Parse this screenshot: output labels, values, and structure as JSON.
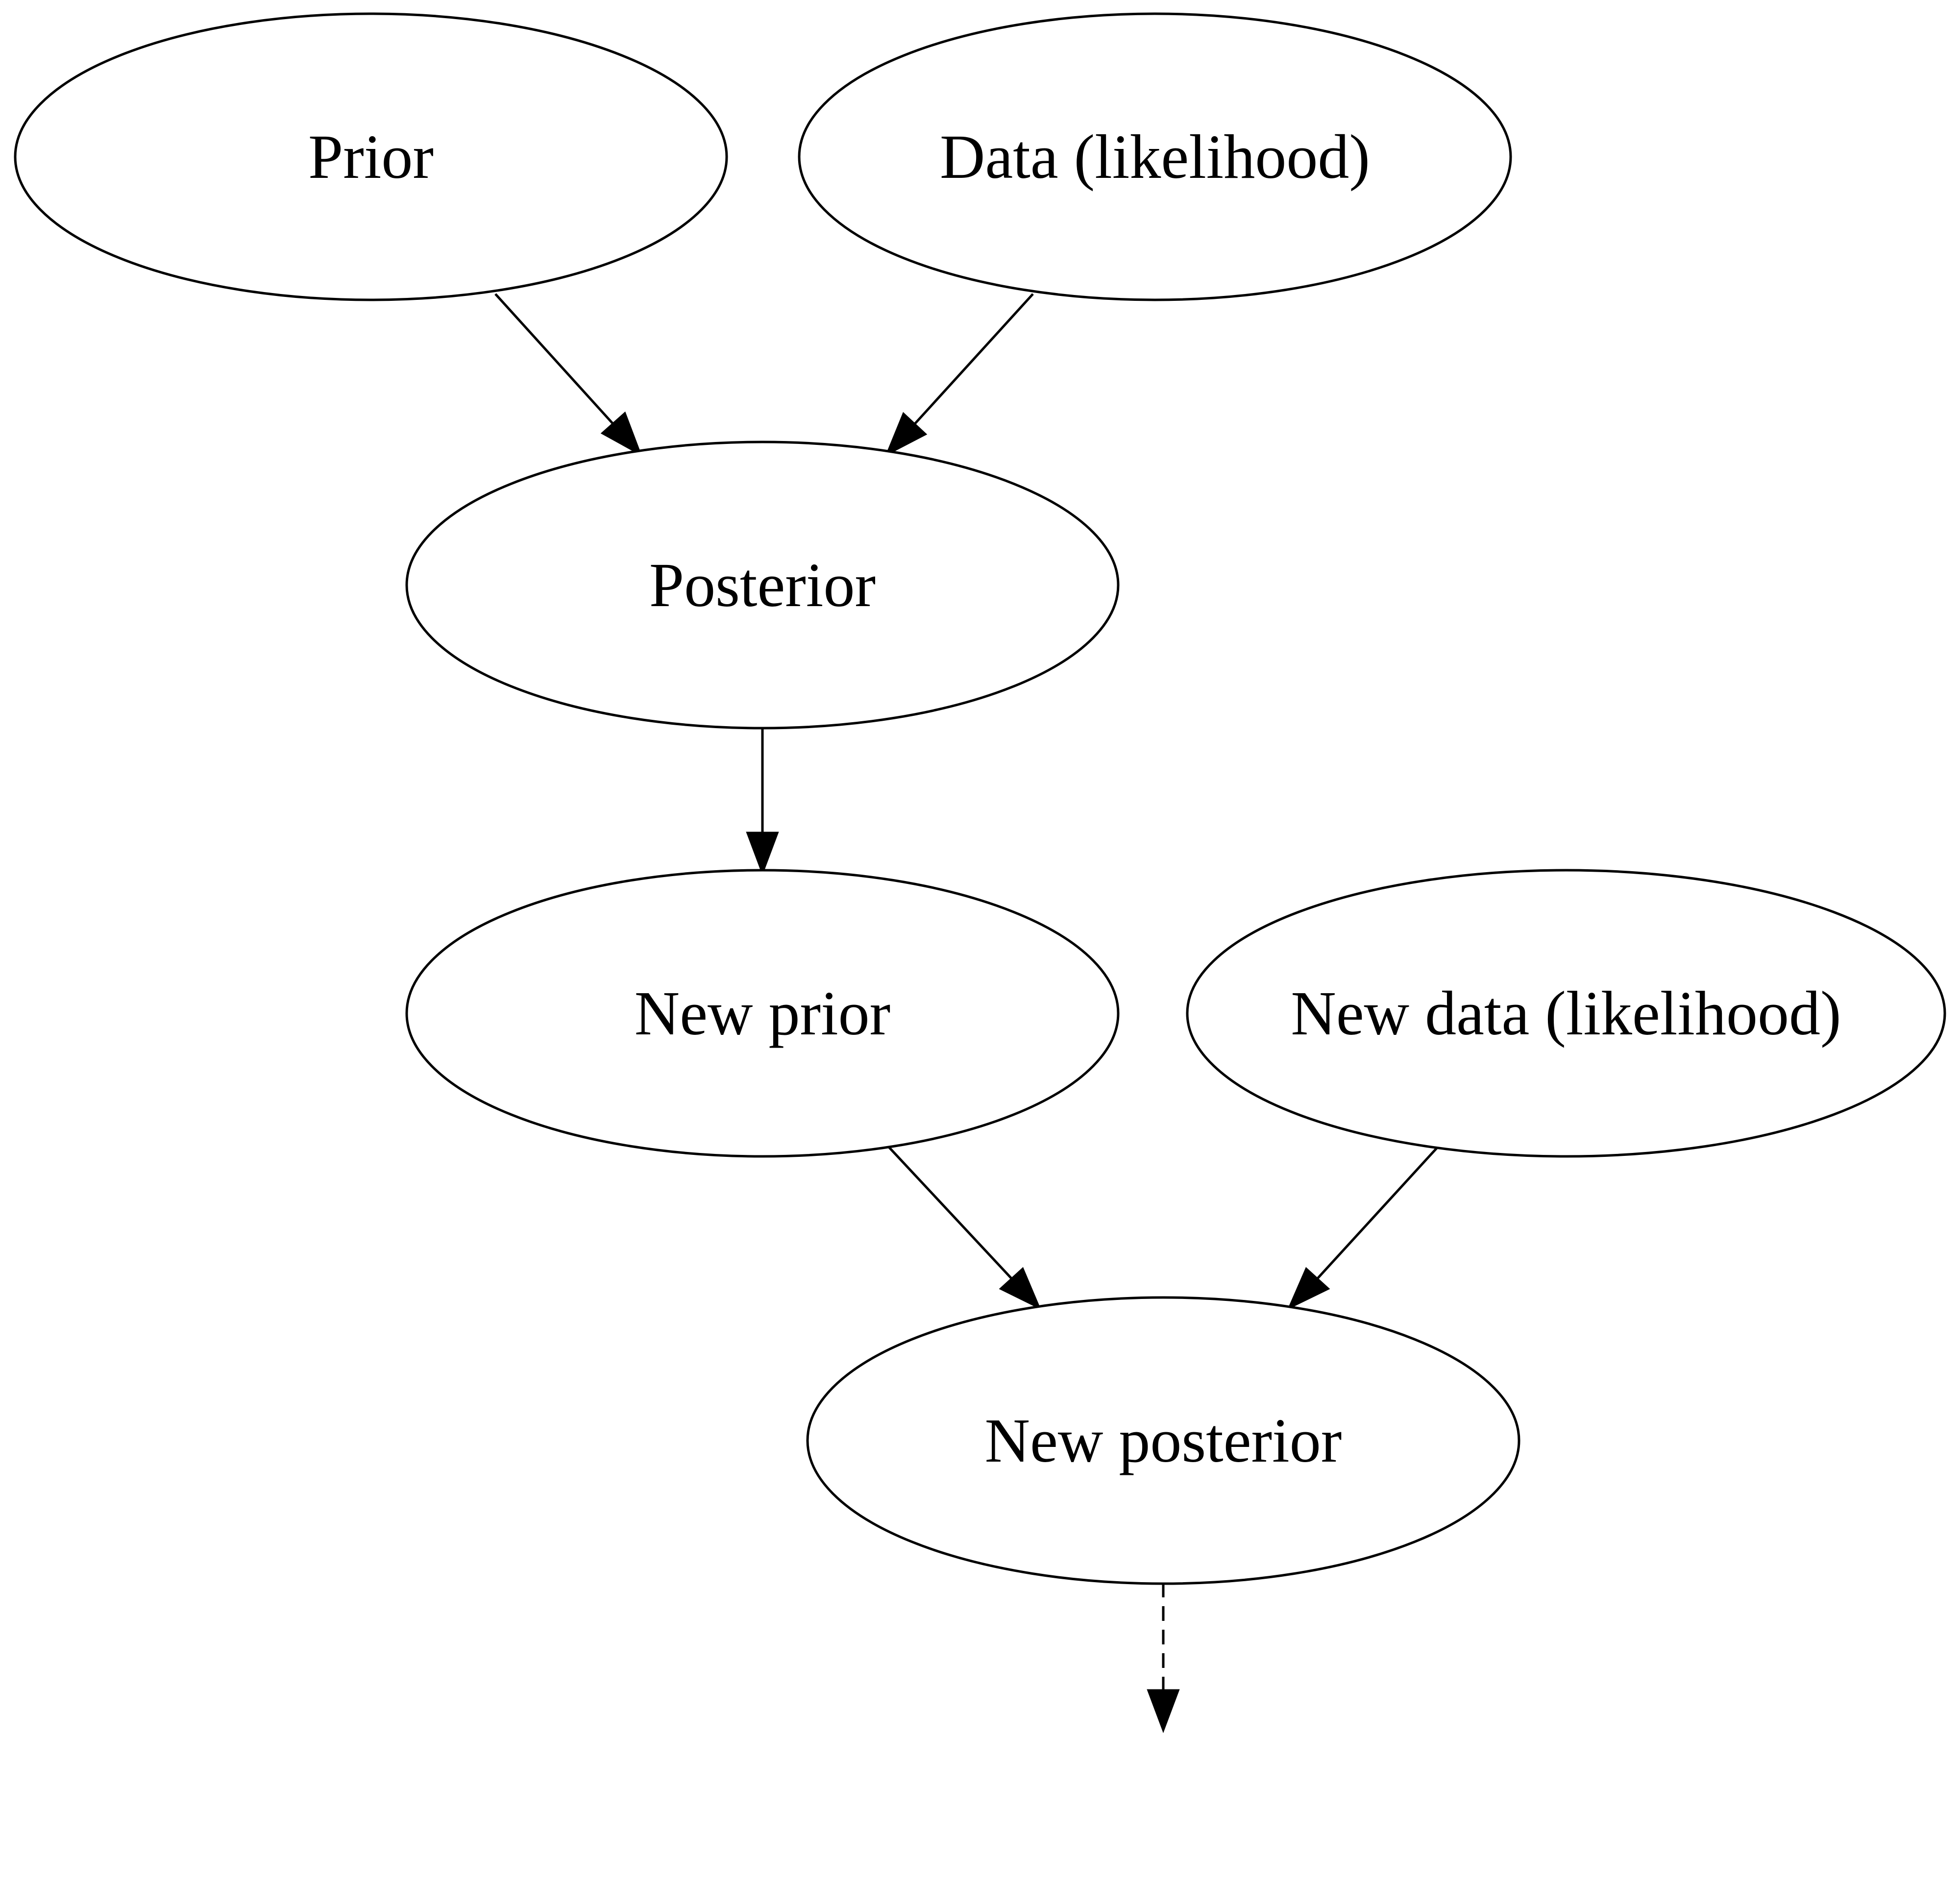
{
  "nodes": {
    "prior": {
      "label": "Prior"
    },
    "data": {
      "label": "Data (likelihood)"
    },
    "posterior": {
      "label": "Posterior"
    },
    "new_prior": {
      "label": "New prior"
    },
    "new_data": {
      "label": "New data (likelihood)"
    },
    "new_posterior": {
      "label": "New posterior"
    }
  },
  "edges": [
    {
      "from": "prior",
      "to": "posterior",
      "style": "solid"
    },
    {
      "from": "data",
      "to": "posterior",
      "style": "solid"
    },
    {
      "from": "posterior",
      "to": "new_prior",
      "style": "solid"
    },
    {
      "from": "new_prior",
      "to": "new_posterior",
      "style": "solid"
    },
    {
      "from": "new_data",
      "to": "new_posterior",
      "style": "solid"
    },
    {
      "from": "new_posterior",
      "to": "continuation",
      "style": "dashed"
    }
  ]
}
